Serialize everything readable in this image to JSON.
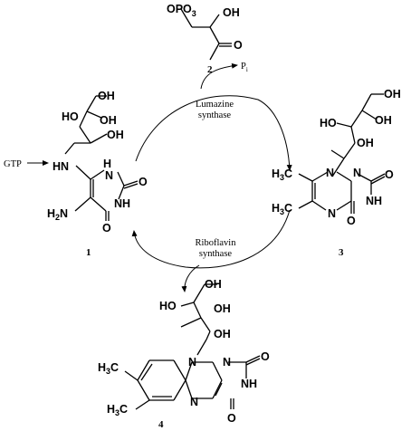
{
  "labels": {
    "gtp": "GTP",
    "pi": "P",
    "pi_sub": "i",
    "lumazine_line1": "Lumazine",
    "lumazine_line2": "synthase",
    "riboflavin_line1": "Riboflavin",
    "riboflavin_line2": "synthase"
  },
  "compounds": {
    "c1": "1",
    "c2": "2",
    "c3": "3",
    "c4": "4"
  },
  "atoms": {
    "oh": "OH",
    "ho": "HO",
    "opo3": "OPO",
    "opo3_sub": "3",
    "o": "O",
    "n": "N",
    "nh": "NH",
    "hn": "HN",
    "h": "H",
    "h2n": "H",
    "h2n_sub": "2",
    "h2n_n": "N",
    "h3c": "H",
    "h3c_sub": "3",
    "h3c_c": "C"
  }
}
